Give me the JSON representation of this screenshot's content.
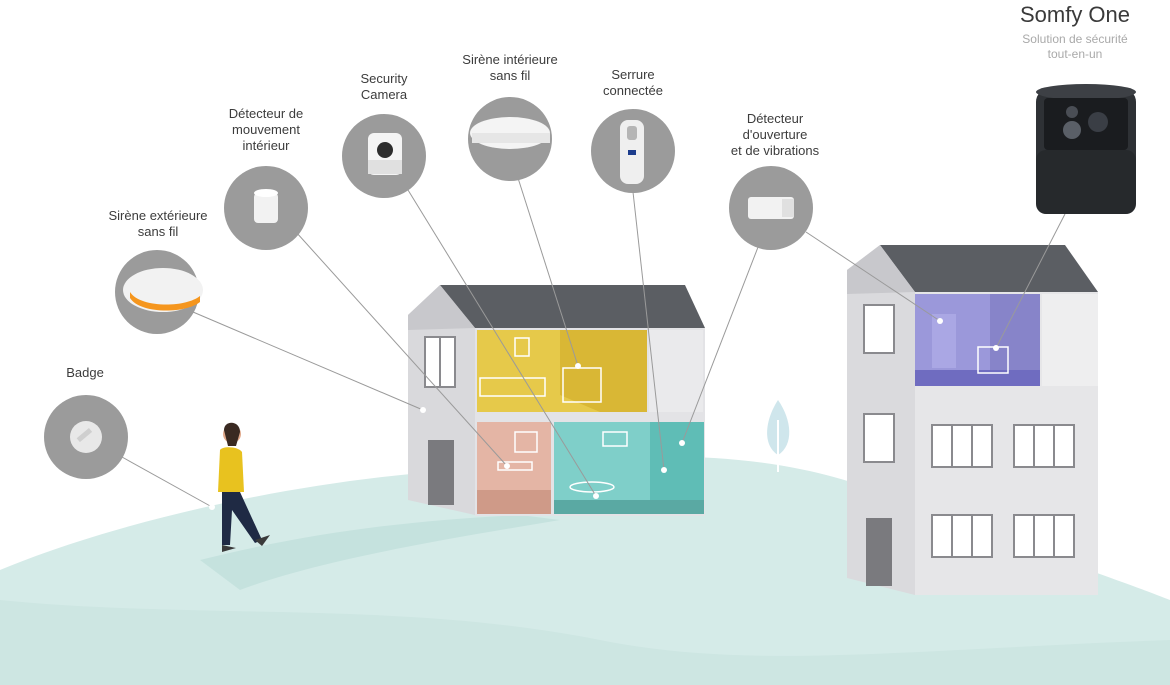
{
  "brand": {
    "title": "Somfy One",
    "subtitle_line1": "Solution de sécurité",
    "subtitle_line2": "tout-en-un"
  },
  "devices": [
    {
      "id": "badge",
      "lines": [
        "Badge"
      ]
    },
    {
      "id": "outdoor-siren",
      "lines": [
        "Sirène extérieure",
        "sans fil"
      ]
    },
    {
      "id": "motion-detector",
      "lines": [
        "Détecteur de",
        "mouvement",
        "intérieur"
      ]
    },
    {
      "id": "security-camera",
      "lines": [
        "Security",
        "Camera"
      ]
    },
    {
      "id": "indoor-siren",
      "lines": [
        "Sirène intérieure",
        "sans fil"
      ]
    },
    {
      "id": "smart-lock",
      "lines": [
        "Serrure",
        "connectée"
      ]
    },
    {
      "id": "opening-detector",
      "lines": [
        "Détecteur",
        "d'ouverture",
        "et de vibrations"
      ]
    }
  ],
  "colors": {
    "ground": "#d5ebe8",
    "device_circle": "#9b9b9b",
    "wall": "#dcdcdf",
    "roof": "#5b5e63",
    "room_yellow": "#e6c94a",
    "room_pink": "#e4b5a5",
    "room_teal": "#7fcfc9",
    "room_purple": "#9b98da",
    "siren_accent": "#f5961e"
  }
}
